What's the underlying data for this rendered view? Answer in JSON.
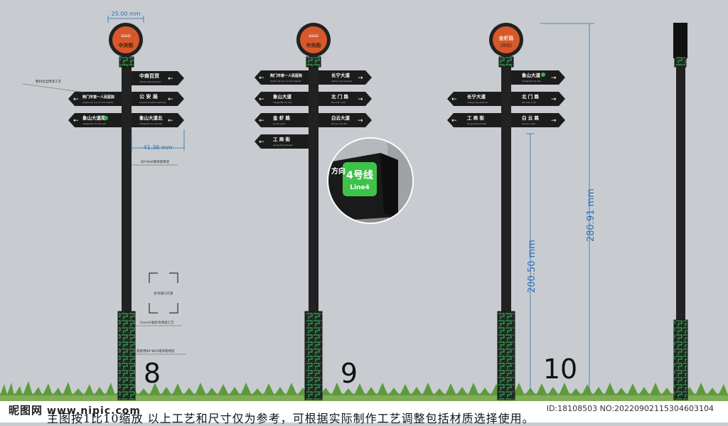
{
  "dimensions": {
    "top_width": "25.00 mm",
    "sign_width": "41.36 mm",
    "total_height": "280.91 mm",
    "arm_height": "200.50 mm"
  },
  "notes": {
    "pipe_craft": "整材造型烤漆工艺",
    "square_pipe": "60*60#镀锌管烤漆",
    "bend_sample": "折弯接口示意",
    "plate_bend": "5mm冷板折弯烤漆工艺",
    "alt_pipe": "或者用80*80#镀锌管烤漆"
  },
  "figures": {
    "fig8": "8",
    "fig9": "9",
    "fig10": "10"
  },
  "inset": {
    "dir_text": "方向",
    "line_cn": "4号线",
    "line_en": "Line4",
    "line_color": "#3ec24a"
  },
  "colors": {
    "pole": "#222222",
    "sign": "#1c1c1c",
    "head_face": "#d9582b",
    "accent_green": "#2fb64a"
  },
  "signs8": {
    "head": {
      "title": "中央街"
    },
    "right": [
      {
        "cn": "中商百货",
        "en": "zhong shang baihuo",
        "dir": "←"
      },
      {
        "cn": "公 安 局",
        "en": "bureau of public security",
        "dir": "←"
      },
      {
        "cn": "象山大道北",
        "en": "xiangshan da dao bei",
        "dir": "←"
      }
    ],
    "left": [
      {
        "cn": "荆门市第一人民医院",
        "en": "jingmen shi di yi ren min hospital",
        "dir": "←"
      },
      {
        "cn": "象山大道南",
        "en": "xiangshan da dao nan",
        "dir": "←"
      }
    ]
  },
  "signs9": {
    "head": {
      "title": "中央街"
    },
    "left": [
      {
        "cn": "荆门市第一人民医院",
        "en": "jingmen shi di yi ren min hospital",
        "dir": "←"
      },
      {
        "cn": "象山大道",
        "en": "xiangshan da dao",
        "dir": "←"
      },
      {
        "cn": "金 虾 路",
        "en": "jin xia road",
        "dir": "←"
      },
      {
        "cn": "工 商 街",
        "en": "gong shang street",
        "dir": "←"
      }
    ],
    "right": [
      {
        "cn": "长宁大道",
        "en": "chang ning avenue",
        "dir": "→"
      },
      {
        "cn": "北 门 路",
        "en": "bei men road",
        "dir": "→"
      },
      {
        "cn": "白云大道",
        "en": "bai yun da dao",
        "dir": "→"
      }
    ]
  },
  "signs10": {
    "head": {
      "title": "金虾路",
      "sub": "(南段)"
    },
    "left": [
      {
        "cn": "长宁大道",
        "en": "chang ning avenue",
        "dir": "←"
      },
      {
        "cn": "工 商 街",
        "en": "gong shang street",
        "dir": "←"
      }
    ],
    "right": [
      {
        "cn": "象山大道",
        "en": "xiangshan da dao",
        "dir": "→"
      },
      {
        "cn": "北 门 路",
        "en": "bei men road",
        "dir": "→"
      },
      {
        "cn": "白 云 路",
        "en": "bai yun road",
        "dir": "→"
      }
    ]
  },
  "footer": {
    "site_cn": "昵图网",
    "site_url": "www.nipic.com",
    "note": "主图按1比10缩放   以上工艺和尺寸仅为参考，可根据实际制作工艺调整包括材质选择使用。",
    "id_text": "ID:18108503 NO:20220902115304603104"
  }
}
